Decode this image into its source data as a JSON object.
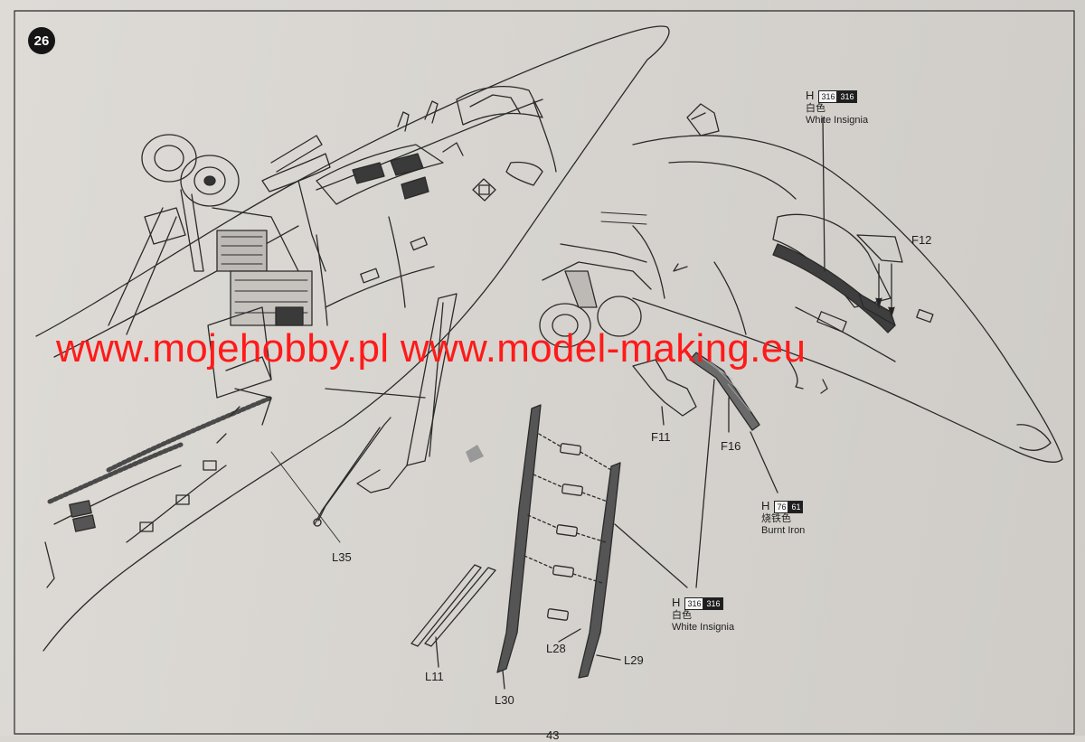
{
  "step": {
    "number": "26"
  },
  "watermark": {
    "text": "www.mojehobby.pl www.model-making.eu"
  },
  "page": {
    "number": "43"
  },
  "paints": [
    {
      "prefix": "H",
      "codes": [
        "316",
        "316"
      ],
      "name_cn": "白色",
      "name_en": "White Insignia"
    },
    {
      "prefix": "H",
      "codes": [
        "76",
        "61"
      ],
      "name_cn": "烧铁色",
      "name_en": "Burnt Iron"
    },
    {
      "prefix": "H",
      "codes": [
        "316",
        "316"
      ],
      "name_cn": "白色",
      "name_en": "White Insignia"
    }
  ],
  "parts": {
    "F12": "F12",
    "F11": "F11",
    "F16": "F16",
    "L35": "L35",
    "L11": "L11",
    "L28": "L28",
    "L29": "L29",
    "L30": "L30"
  },
  "colors": {
    "ink": "#1e1e1e",
    "paper": "#d9d6d1",
    "watermark": "#ff1a1a"
  }
}
